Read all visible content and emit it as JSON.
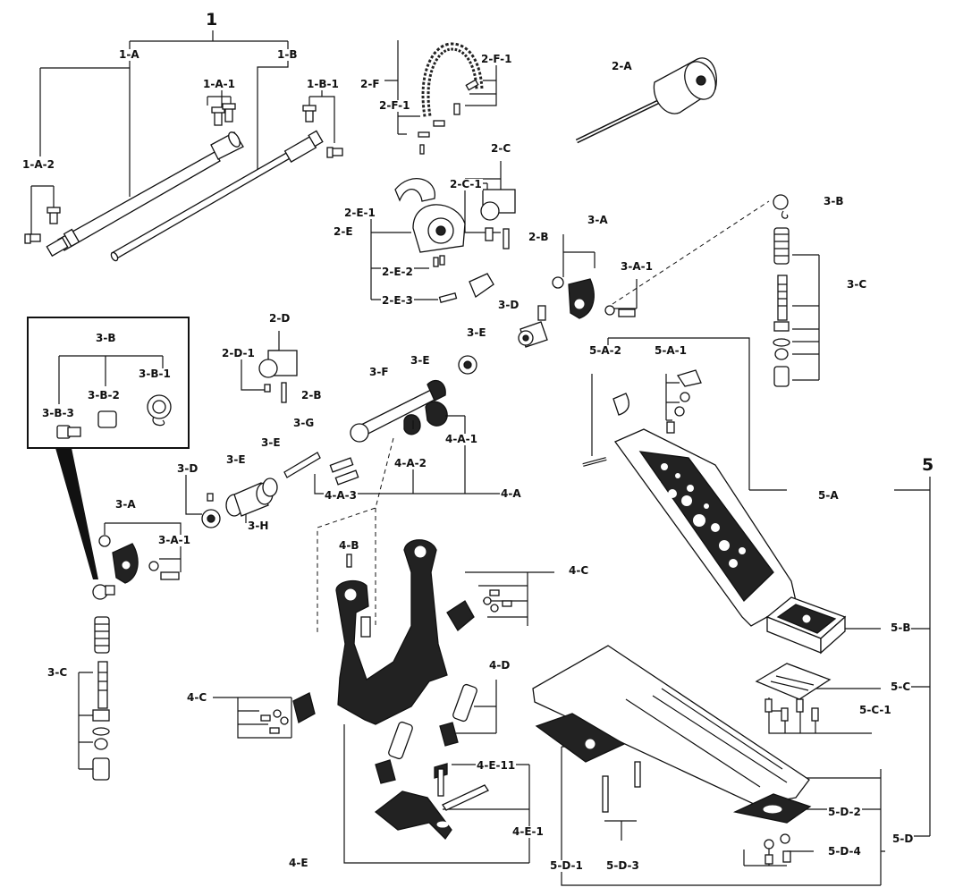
{
  "labels": {
    "g1": "1",
    "g5": "5",
    "l1A": "1-A",
    "l1B": "1-B",
    "l1A1": "1-A-1",
    "l1A2": "1-A-2",
    "l1B1": "1-B-1",
    "l2F": "2-F",
    "l2F1a": "2-F-1",
    "l2F1b": "2-F-1",
    "l2A": "2-A",
    "l2C": "2-C",
    "l2C1": "2-C-1",
    "l2B1": "2-B",
    "l2E1": "2-E-1",
    "l2E": "2-E",
    "l2E2": "2-E-2",
    "l2E3": "2-E-3",
    "l3B": "3-B",
    "l3Aa": "3-A",
    "l3A1a": "3-A-1",
    "l3C1": "3-C",
    "l3Da": "3-D",
    "l3Ea": "3-E",
    "l5A2": "5-A-2",
    "l5A1": "5-A-1",
    "l2D": "2-D",
    "l2D1": "2-D-1",
    "l2B2": "2-B",
    "l3Eb": "3-E",
    "l3F": "3-F",
    "l3G": "3-G",
    "l3Ec": "3-E",
    "l3Ed": "3-E",
    "l3Db": "3-D",
    "l3H": "3-H",
    "l4A1": "4-A-1",
    "l4A2": "4-A-2",
    "l4A3": "4-A-3",
    "l4A": "4-A",
    "l5A": "5-A",
    "l3Ab": "3-A",
    "l3A1b": "3-A-1",
    "l4B": "4-B",
    "l4C1": "4-C",
    "l5B": "5-B",
    "l3C2": "3-C",
    "l4D": "4-D",
    "l4C2": "4-C",
    "l5C": "5-C",
    "l5C1": "5-C-1",
    "l4E11": "4-E-11",
    "l4E1": "4-E-1",
    "l4E": "4-E",
    "l5D2": "5-D-2",
    "l5D": "5-D",
    "l5D4": "5-D-4",
    "l5D1": "5-D-1",
    "l5D3": "5-D-3",
    "i3B": "3-B",
    "i3B1": "3-B-1",
    "i3B2": "3-B-2",
    "i3B3": "3-B-3"
  }
}
